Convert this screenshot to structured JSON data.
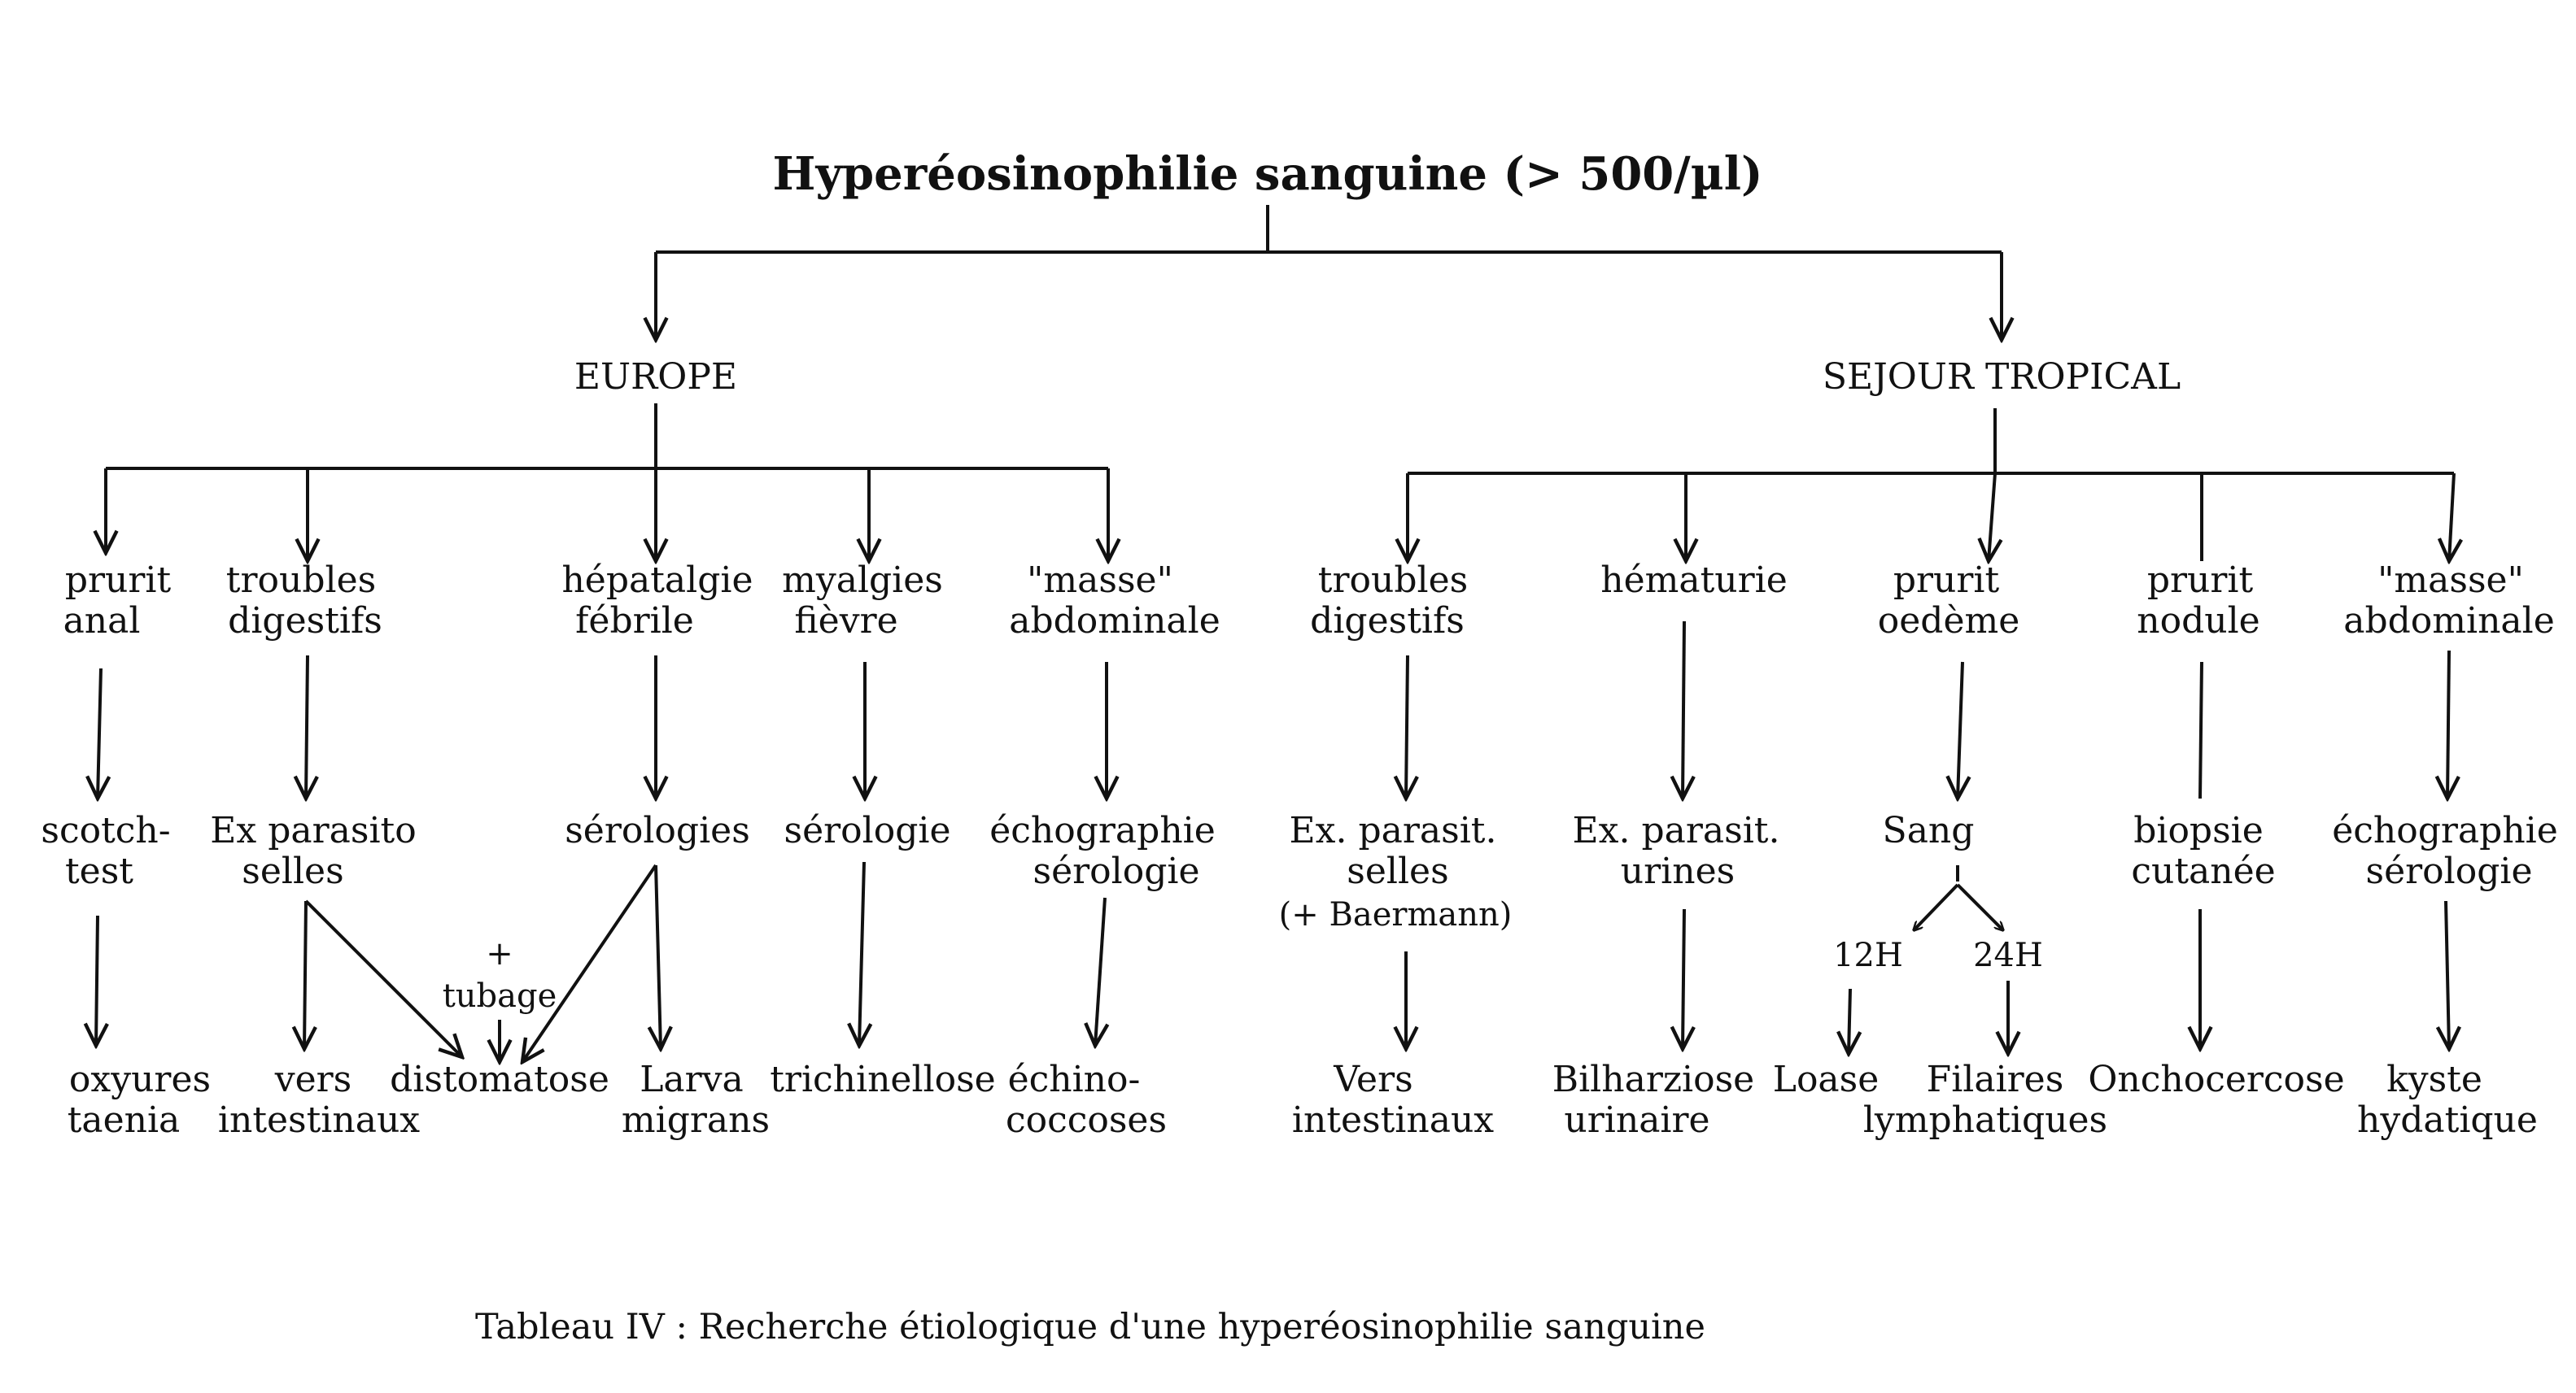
{
  "title": "Hyperéosinophilie sanguine (> 500/µl)",
  "caption": "Tableau IV : Recherche étiologique d'une hyperéosinophilie sanguine",
  "regions": {
    "europe": "EUROPE",
    "tropical": "SEJOUR TROPICAL"
  },
  "europe": {
    "symptoms": [
      [
        "prurit",
        "anal"
      ],
      [
        "troubles",
        "digestifs"
      ],
      [
        "hépatalgie",
        "fébrile"
      ],
      [
        "myalgies",
        "fièvre"
      ],
      [
        "\"masse\"",
        "abdominale"
      ]
    ],
    "tests": [
      [
        "scotch-",
        "test"
      ],
      [
        "Ex parasito",
        "selles"
      ],
      [
        "sérologies"
      ],
      [
        "sérologie"
      ],
      [
        "échographie",
        "sérologie"
      ]
    ],
    "tubage": [
      "+",
      "tubage"
    ],
    "diagnoses": [
      [
        "oxyures",
        "taenia"
      ],
      [
        "vers",
        "intestinaux"
      ],
      [
        "distomatose"
      ],
      [
        "Larva",
        "migrans"
      ],
      [
        "trichinellose"
      ],
      [
        "échino-",
        "coccoses"
      ]
    ]
  },
  "tropical": {
    "symptoms": [
      [
        "troubles",
        "digestifs"
      ],
      [
        "hématurie"
      ],
      [
        "prurit",
        "oedème"
      ],
      [
        "prurit",
        "nodule"
      ],
      [
        "\"masse\"",
        "abdominale"
      ]
    ],
    "tests": [
      [
        "Ex. parasit.",
        "selles",
        "(+ Baermann)"
      ],
      [
        "Ex. parasit.",
        "urines"
      ],
      [
        "Sang"
      ],
      [
        "biopsie",
        "cutanée"
      ],
      [
        "échographie",
        "sérologie"
      ]
    ],
    "times": [
      "12H",
      "24H"
    ],
    "diagnoses": [
      [
        "Vers",
        "intestinaux"
      ],
      [
        "Bilharziose",
        "urinaire"
      ],
      [
        "Loase"
      ],
      [
        "Filaires",
        "lymphatiques"
      ],
      [
        "Onchocercose"
      ],
      [
        "kyste",
        "hydatique"
      ]
    ]
  }
}
